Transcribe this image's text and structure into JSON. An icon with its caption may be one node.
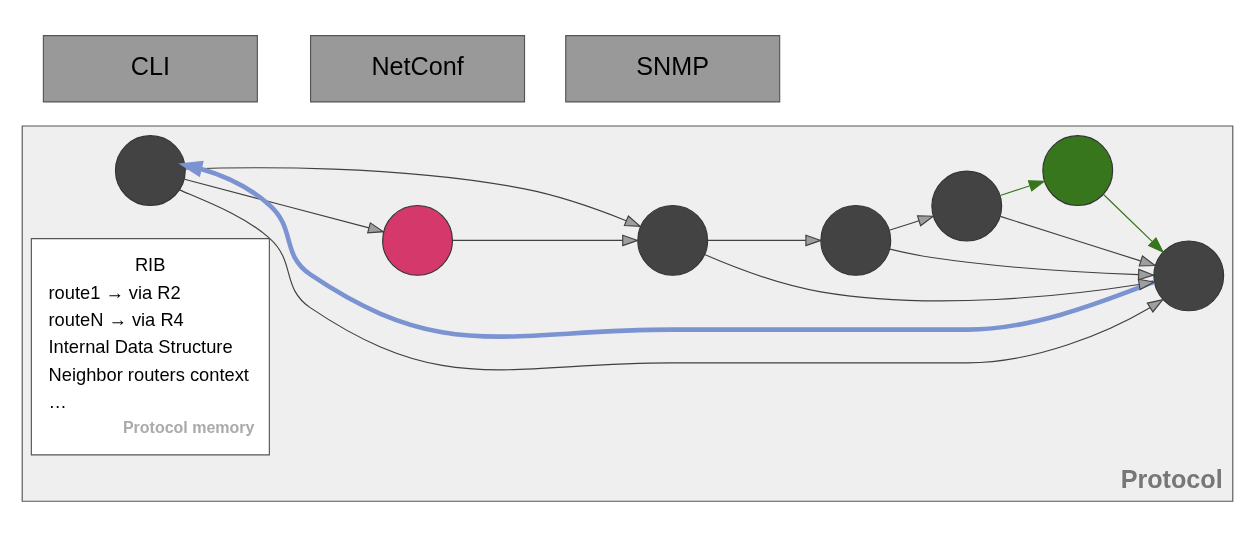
{
  "diagram": {
    "nodes": [
      {
        "text": [
          "Protocol"
        ]
      },
      {
        "text": [],
        "shape": "circle",
        "in": 0
      },
      {
        "text": [],
        "shape": "circle",
        "in": 0
      },
      {
        "text": [],
        "shape": "circle",
        "in": 0
      },
      {
        "text": [],
        "shape": "circle",
        "in": 0
      },
      {
        "text": [],
        "shape": "circle",
        "in": 0
      },
      {
        "text": [],
        "shape": "circle",
        "in": 0
      },
      {
        "text": [],
        "shape": "circle",
        "in": 0
      },
      {
        "text": [
          "RIB",
          "route1 → via R2",
          "routeN → via R4",
          "Internal Data Structure",
          "Neighbor routers context",
          "…",
          "Protocol memory"
        ],
        "in": 0
      },
      {
        "text": [
          "CLI"
        ]
      },
      {
        "text": [
          "NetConf"
        ]
      },
      {
        "text": [
          "SNMP"
        ]
      }
    ],
    "edges": [
      {
        "from": 1,
        "to": 4,
        "arrow": "to"
      },
      {
        "from": 1,
        "to": 2,
        "arrow": "to"
      },
      {
        "from": 1,
        "to": 6,
        "arrow": "to"
      },
      {
        "from": 2,
        "to": 1,
        "arrow": "to",
        "style": "thick",
        "color": "#7c93d1"
      },
      {
        "from": 4,
        "to": 6,
        "arrow": "to"
      },
      {
        "from": 6,
        "to": 2,
        "arrow": "to"
      },
      {
        "from": 6,
        "to": 7,
        "arrow": "to"
      },
      {
        "from": 7,
        "to": 2,
        "arrow": "to"
      },
      {
        "from": 7,
        "to": 5,
        "arrow": "to"
      },
      {
        "from": 5,
        "to": 2,
        "arrow": "to"
      },
      {
        "from": 5,
        "to": 3,
        "arrow": "to",
        "color": "#38761d"
      },
      {
        "from": 3,
        "to": 2,
        "arrow": "to",
        "color": "#38761d"
      }
    ]
  }
}
